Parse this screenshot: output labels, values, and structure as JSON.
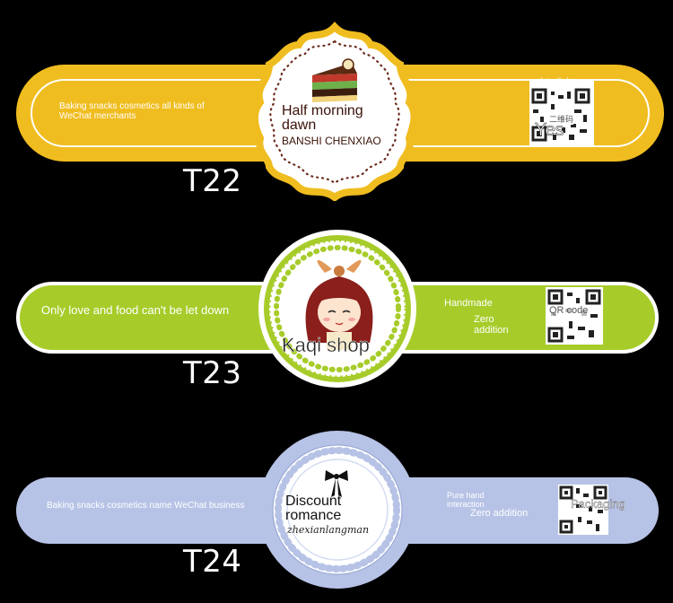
{
  "labels": [
    {
      "code": "T22",
      "left_text": "Baking snacks cosmetics all kinds of WeChat merchants",
      "title": "Half morning dawn",
      "subtitle": "BANSHI CHENXIAO",
      "qr_top": "ack to link",
      "qr_caption": "二维码",
      "qr_overlay": "Yes",
      "colors": {
        "band": "#f0bd20",
        "band_inner": "#f6c92c",
        "badge_border": "#f0bd20",
        "dots": "#6b2a1a"
      }
    },
    {
      "code": "T23",
      "left_text": "Only love and food can't be let down",
      "title": "Kaqi shop",
      "right_text_1": "Handmade",
      "right_text_2": "Zero addition",
      "qr_overlay": "QR code",
      "colors": {
        "band": "#a7cc2a",
        "badge_border": "#a7cc2a"
      }
    },
    {
      "code": "T24",
      "left_text": "Baking snacks cosmetics name WeChat business",
      "title": "Discount romance",
      "subtitle": "zhexianlangman",
      "right_text_1": "Pure hand interaction",
      "right_text_2": "Zero addition",
      "qr_overlay": "Packaging",
      "colors": {
        "band": "#b7c3e6",
        "badge_border": "#b7c3e6"
      }
    }
  ]
}
